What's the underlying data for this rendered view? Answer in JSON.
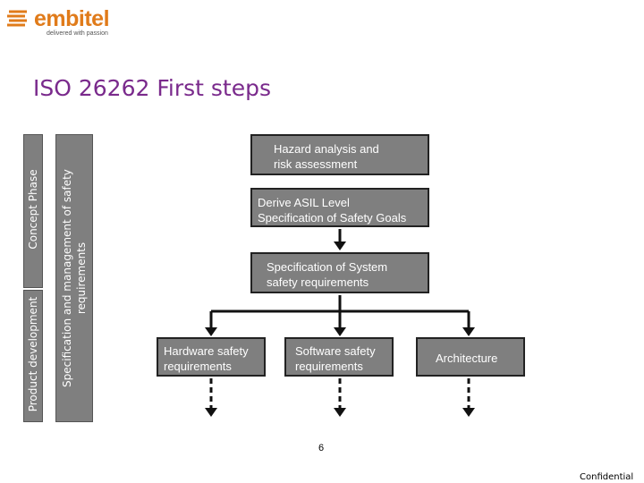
{
  "logo": {
    "wordmark": "embitel",
    "tagline": "delivered with passion"
  },
  "title": "ISO 26262 First steps",
  "side_labels": {
    "concept_phase": "Concept Phase",
    "product_development": "Product development",
    "management": "Specification and management of safety requirements"
  },
  "boxes": {
    "hazard": {
      "line1": "Hazard analysis and",
      "line2": "risk assessment"
    },
    "asil": {
      "line1": "Derive ASIL Level",
      "line2": "Specification of Safety Goals"
    },
    "system": {
      "line1": "Specification of System",
      "line2": "safety requirements"
    },
    "hardware": {
      "line1": "Hardware safety",
      "line2": "requirements"
    },
    "software": {
      "line1": "Software safety",
      "line2": "requirements"
    },
    "architecture": {
      "line1": "Architecture"
    }
  },
  "page_number": "6",
  "footer": "Confidential",
  "colors": {
    "accent": "#7a2a8c",
    "brand": "#e07b1a",
    "box_fill": "#7f7f7f"
  }
}
